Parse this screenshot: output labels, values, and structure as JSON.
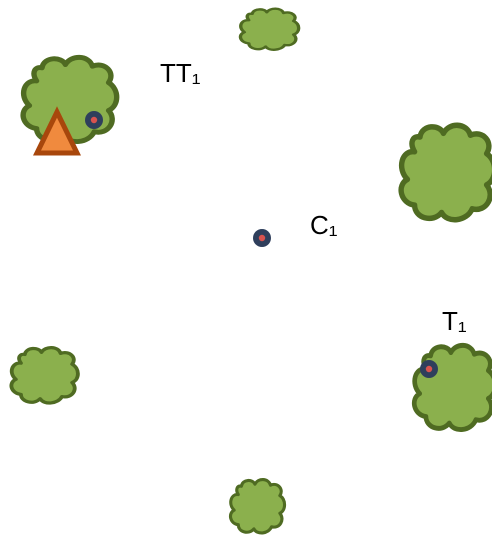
{
  "labels": {
    "tt": "TT₁",
    "c": "C₁",
    "t": "T₁"
  },
  "colors": {
    "tree_fill": "#8bb04d",
    "tree_stroke": "#4f6b22",
    "marker_fill": "#f08a3e",
    "marker_stroke": "#a8470c",
    "point_outer": "#2f3f5c",
    "point_inner": "#d9534f"
  },
  "icons": {
    "tree": "tree-bush-icon",
    "marker": "triangle-marker-icon",
    "point": "location-dot-icon"
  }
}
